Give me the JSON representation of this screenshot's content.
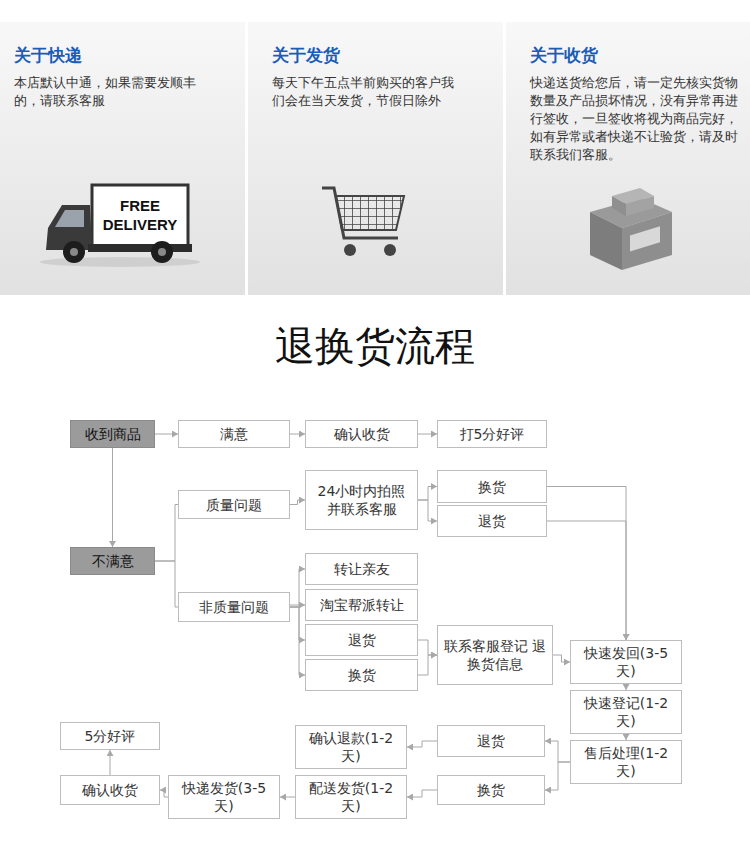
{
  "diagram": {
    "title": "退换货流程",
    "nodes": [
      {
        "text": [
          "关于快递",
          "本店默认中通，如果需要发顺丰的，请联系客服"
        ]
      },
      {
        "text": [
          "关于发货",
          "每天下午五点半前购买的客户我们会在当天发货，节假日除外"
        ]
      },
      {
        "text": [
          "关于收货",
          "快递送货给您后，请一定先核实货物数量及产品损坏情况，没有异常再进行签收，一旦签收将视为商品完好，如有异常或者快递不让验货，请及时联系我们客服。"
        ]
      },
      {
        "text": [
          "收到商品"
        ]
      },
      {
        "text": [
          "满意"
        ]
      },
      {
        "text": [
          "确认收货"
        ]
      },
      {
        "text": [
          "打5分好评"
        ]
      },
      {
        "text": [
          "不满意"
        ]
      },
      {
        "text": [
          "质量问题"
        ]
      },
      {
        "text": [
          "24小时内拍照 并联系客服"
        ]
      },
      {
        "text": [
          "换货"
        ]
      },
      {
        "text": [
          "退货"
        ]
      },
      {
        "text": [
          "非质量问题"
        ]
      },
      {
        "text": [
          "转让亲友"
        ]
      },
      {
        "text": [
          "淘宝帮派转让"
        ]
      },
      {
        "text": [
          "退货"
        ]
      },
      {
        "text": [
          "换货"
        ]
      },
      {
        "text": [
          "联系客服登记 退换货信息"
        ]
      },
      {
        "text": [
          "快速发回(3-5天)"
        ]
      },
      {
        "text": [
          "快速登记(1-2天)"
        ]
      },
      {
        "text": [
          "售后处理(1-2天)"
        ]
      },
      {
        "text": [
          "5分好评"
        ]
      },
      {
        "text": [
          "确认退款(1-2天)"
        ]
      },
      {
        "text": [
          "退货"
        ]
      },
      {
        "text": [
          "确认收货"
        ]
      },
      {
        "text": [
          "快递发货(3-5天)"
        ]
      },
      {
        "text": [
          "配送发货(1-2天)"
        ]
      },
      {
        "text": [
          "换货"
        ]
      }
    ],
    "edges": [
      {
        "from": 3,
        "to": 4,
        "arrow": "to"
      },
      {
        "from": 4,
        "to": 5,
        "arrow": "to"
      },
      {
        "from": 5,
        "to": 6,
        "arrow": "to"
      },
      {
        "from": 3,
        "to": 7,
        "arrow": "to"
      },
      {
        "from": 7,
        "to": 8,
        "arrow": "none"
      },
      {
        "from": 7,
        "to": 12,
        "arrow": "none"
      },
      {
        "from": 8,
        "to": 9,
        "arrow": "to"
      },
      {
        "from": 9,
        "to": 10,
        "arrow": "to"
      },
      {
        "from": 9,
        "to": 11,
        "arrow": "to"
      },
      {
        "from": 12,
        "to": 13,
        "arrow": "to"
      },
      {
        "from": 12,
        "to": 14,
        "arrow": "to"
      },
      {
        "from": 12,
        "to": 15,
        "arrow": "to"
      },
      {
        "from": 12,
        "to": 16,
        "arrow": "to"
      },
      {
        "from": 10,
        "to": 18,
        "arrow": "to"
      },
      {
        "from": 11,
        "to": 18,
        "arrow": "to"
      },
      {
        "from": 15,
        "to": 17,
        "arrow": "to"
      },
      {
        "from": 16,
        "to": 17,
        "arrow": "to"
      },
      {
        "from": 17,
        "to": 18,
        "arrow": "to"
      },
      {
        "from": 18,
        "to": 19,
        "arrow": "to"
      },
      {
        "from": 19,
        "to": 20,
        "arrow": "to"
      },
      {
        "from": 20,
        "to": 23,
        "arrow": "to"
      },
      {
        "from": 20,
        "to": 27,
        "arrow": "to"
      },
      {
        "from": 23,
        "to": 22,
        "arrow": "to"
      },
      {
        "from": 27,
        "to": 26,
        "arrow": "to"
      },
      {
        "from": 26,
        "to": 25,
        "arrow": "to"
      },
      {
        "from": 25,
        "to": 24,
        "arrow": "to"
      },
      {
        "from": 24,
        "to": 21,
        "arrow": "to"
      }
    ],
    "labels": [
      "FREE DELIVERY"
    ]
  }
}
